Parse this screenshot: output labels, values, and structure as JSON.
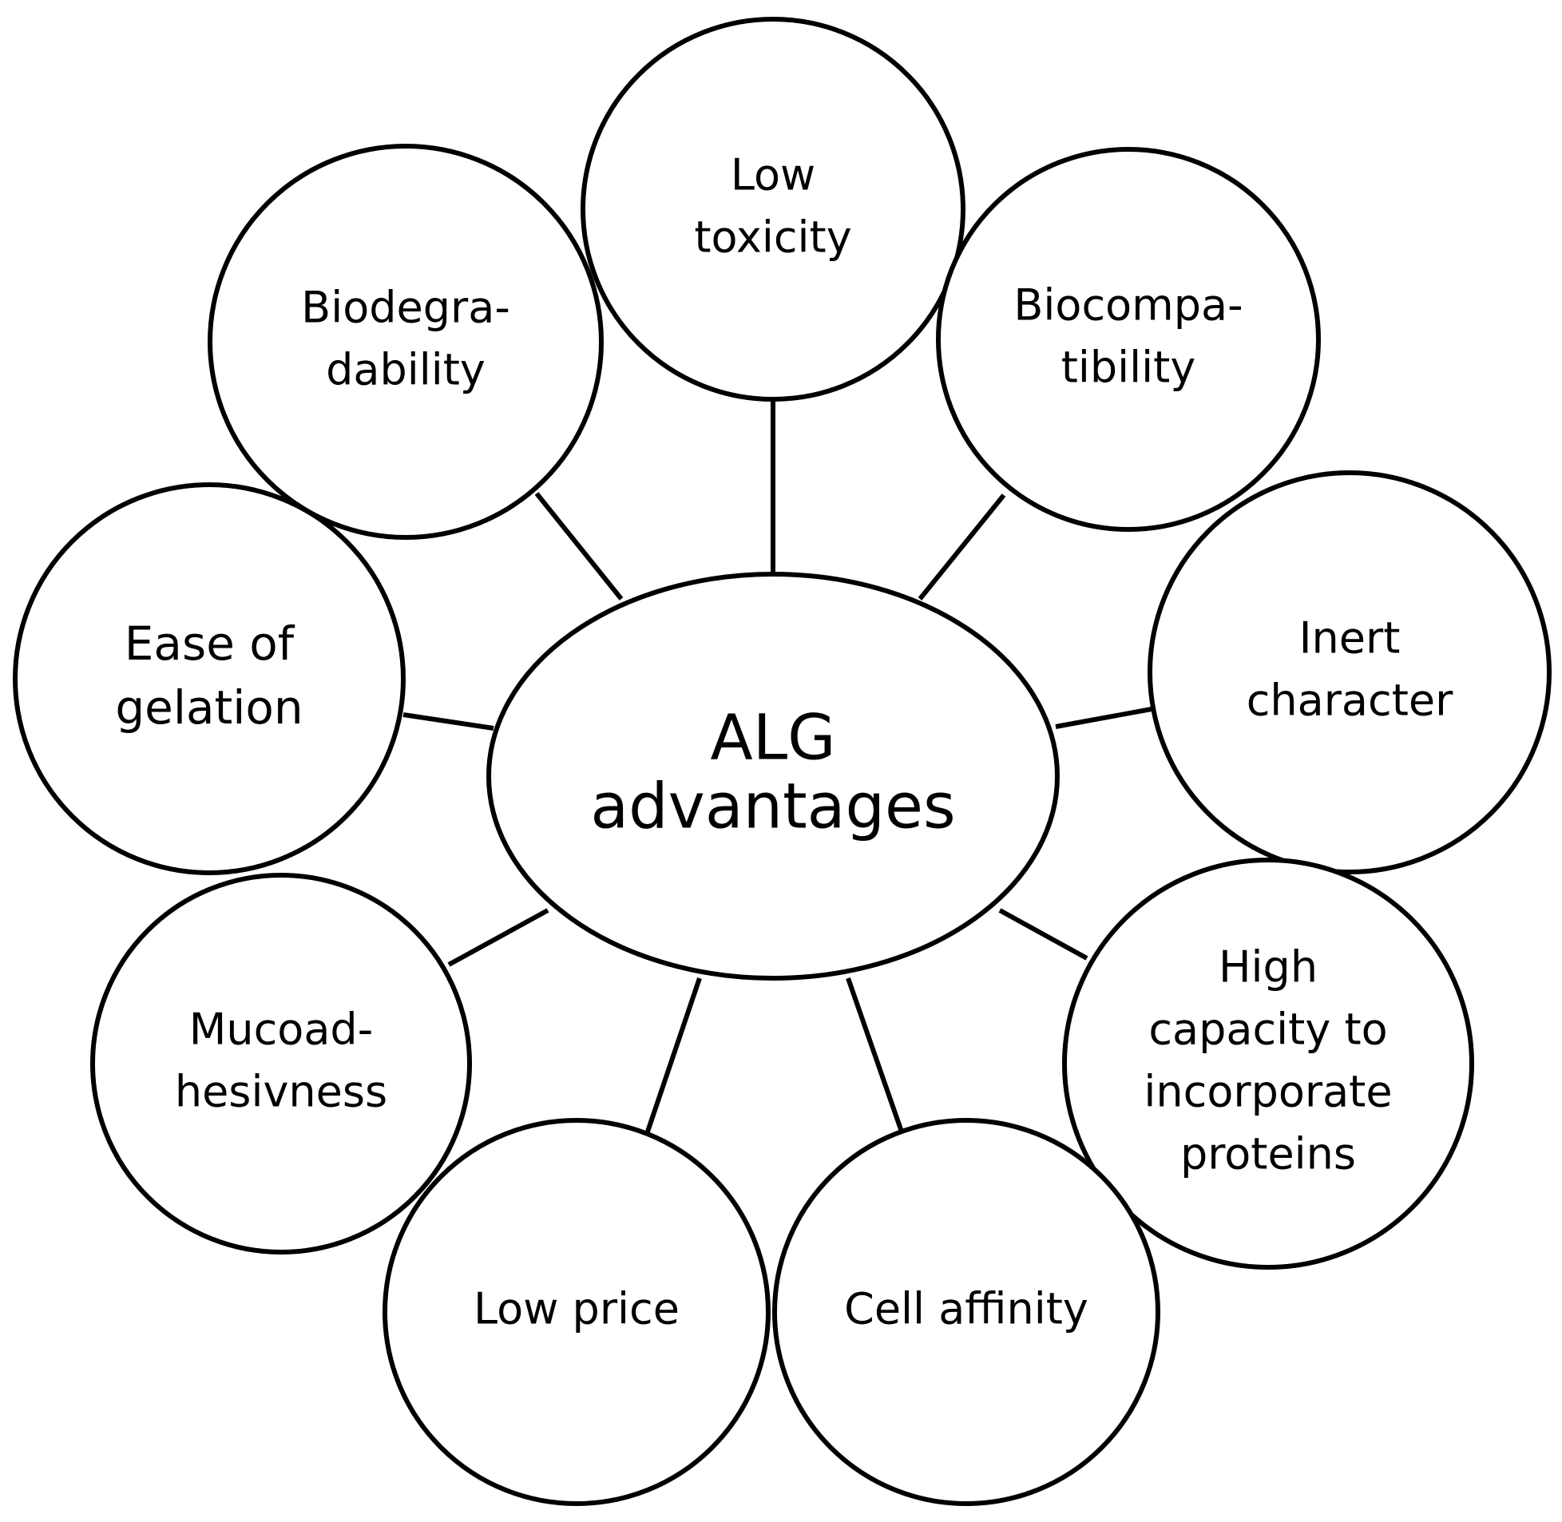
{
  "center": {
    "lines": [
      "ALG",
      "advantages"
    ]
  },
  "nodes": [
    {
      "id": "low-toxicity",
      "lines": [
        "Low",
        "toxicity"
      ]
    },
    {
      "id": "biocompatibility",
      "lines": [
        "Biocompa-",
        "tibility"
      ]
    },
    {
      "id": "inert-character",
      "lines": [
        "Inert",
        "character"
      ]
    },
    {
      "id": "protein-capacity",
      "lines": [
        "High",
        "capacity to",
        "incorporate",
        "proteins"
      ]
    },
    {
      "id": "cell-affinity",
      "lines": [
        "Cell affinity"
      ]
    },
    {
      "id": "low-price",
      "lines": [
        "Low price"
      ]
    },
    {
      "id": "mucoadhesivness",
      "lines": [
        "Mucoad-",
        "hesivness"
      ]
    },
    {
      "id": "ease-of-gelation",
      "lines": [
        "Ease of",
        "gelation"
      ]
    },
    {
      "id": "biodegradability",
      "lines": [
        "Biodegra-",
        "dability"
      ]
    }
  ]
}
